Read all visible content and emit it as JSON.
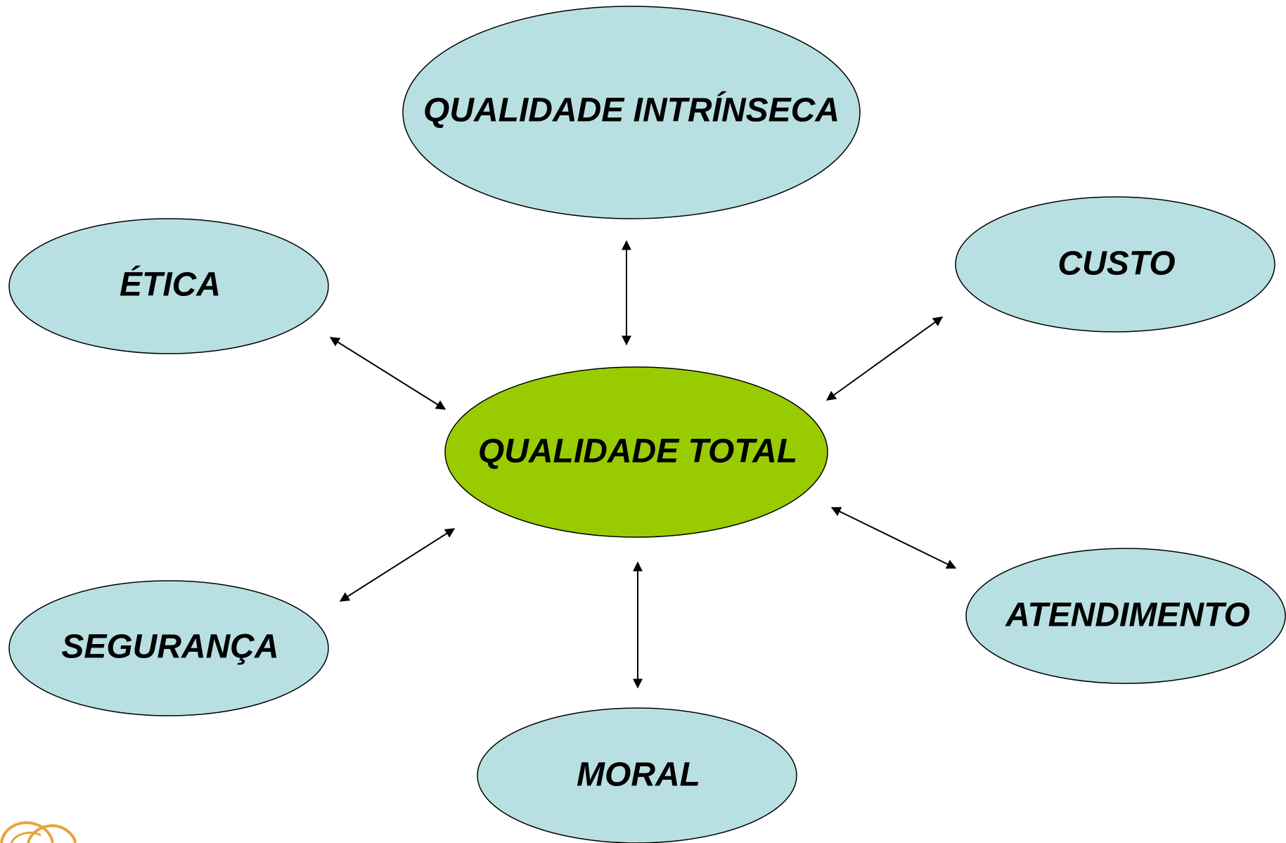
{
  "diagram": {
    "center": {
      "label": "QUALIDADE TOTAL",
      "color": "#99CC00"
    },
    "nodes": [
      {
        "key": "intrinseca",
        "label": "QUALIDADE INTRÍNSECA",
        "color": "#B8E0E2"
      },
      {
        "key": "etica",
        "label": "ÉTICA",
        "color": "#B8E0E2"
      },
      {
        "key": "custo",
        "label": "CUSTO",
        "color": "#B8E0E2"
      },
      {
        "key": "seguranca",
        "label": "SEGURANÇA",
        "color": "#B8E0E2"
      },
      {
        "key": "atendimento",
        "label": "ATENDIMENTO",
        "color": "#B8E0E2"
      },
      {
        "key": "moral",
        "label": "MORAL",
        "color": "#B8E0E2"
      }
    ],
    "connector_style": "double-headed arrow",
    "logo_color": "#E8A33D"
  }
}
